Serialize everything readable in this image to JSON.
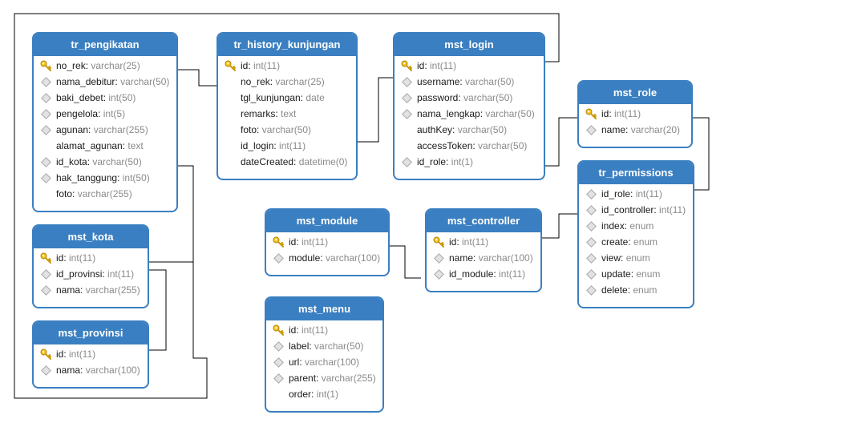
{
  "tables": {
    "tr_pengikatan": {
      "title": "tr_pengikatan",
      "fields": [
        {
          "name": "no_rek",
          "type": "varchar(25)",
          "icon": "key"
        },
        {
          "name": "nama_debitur",
          "type": "varchar(50)",
          "icon": "diamond"
        },
        {
          "name": "baki_debet",
          "type": "int(50)",
          "icon": "diamond"
        },
        {
          "name": "pengelola",
          "type": "int(5)",
          "icon": "diamond"
        },
        {
          "name": "agunan",
          "type": "varchar(255)",
          "icon": "diamond"
        },
        {
          "name": "alamat_agunan",
          "type": "text",
          "icon": "none"
        },
        {
          "name": "id_kota",
          "type": "varchar(50)",
          "icon": "diamond"
        },
        {
          "name": "hak_tanggung",
          "type": "int(50)",
          "icon": "diamond"
        },
        {
          "name": "foto",
          "type": "varchar(255)",
          "icon": "none"
        }
      ]
    },
    "tr_history_kunjungan": {
      "title": "tr_history_kunjungan",
      "fields": [
        {
          "name": "id",
          "type": "int(11)",
          "icon": "key"
        },
        {
          "name": "no_rek",
          "type": "varchar(25)",
          "icon": "none"
        },
        {
          "name": "tgl_kunjungan",
          "type": "date",
          "icon": "none"
        },
        {
          "name": "remarks",
          "type": "text",
          "icon": "none"
        },
        {
          "name": "foto",
          "type": "varchar(50)",
          "icon": "none"
        },
        {
          "name": "id_login",
          "type": "int(11)",
          "icon": "none"
        },
        {
          "name": "dateCreated",
          "type": "datetime(0)",
          "icon": "none"
        }
      ]
    },
    "mst_login": {
      "title": "mst_login",
      "fields": [
        {
          "name": "id",
          "type": "int(11)",
          "icon": "key"
        },
        {
          "name": "username",
          "type": "varchar(50)",
          "icon": "diamond"
        },
        {
          "name": "password",
          "type": "varchar(50)",
          "icon": "diamond"
        },
        {
          "name": "nama_lengkap",
          "type": "varchar(50)",
          "icon": "diamond"
        },
        {
          "name": "authKey",
          "type": "varchar(50)",
          "icon": "none"
        },
        {
          "name": "accessToken",
          "type": "varchar(50)",
          "icon": "none"
        },
        {
          "name": "id_role",
          "type": "int(1)",
          "icon": "diamond"
        }
      ]
    },
    "mst_role": {
      "title": "mst_role",
      "fields": [
        {
          "name": "id",
          "type": "int(11)",
          "icon": "key"
        },
        {
          "name": "name",
          "type": "varchar(20)",
          "icon": "diamond"
        }
      ]
    },
    "tr_permissions": {
      "title": "tr_permissions",
      "fields": [
        {
          "name": "id_role",
          "type": "int(11)",
          "icon": "diamond"
        },
        {
          "name": "id_controller",
          "type": "int(11)",
          "icon": "diamond"
        },
        {
          "name": "index",
          "type": "enum",
          "icon": "diamond"
        },
        {
          "name": "create",
          "type": "enum",
          "icon": "diamond"
        },
        {
          "name": "view",
          "type": "enum",
          "icon": "diamond"
        },
        {
          "name": "update",
          "type": "enum",
          "icon": "diamond"
        },
        {
          "name": "delete",
          "type": "enum",
          "icon": "diamond"
        }
      ]
    },
    "mst_kota": {
      "title": "mst_kota",
      "fields": [
        {
          "name": "id",
          "type": "int(11)",
          "icon": "key"
        },
        {
          "name": "id_provinsi",
          "type": "int(11)",
          "icon": "diamond"
        },
        {
          "name": "nama",
          "type": "varchar(255)",
          "icon": "diamond"
        }
      ]
    },
    "mst_provinsi": {
      "title": "mst_provinsi",
      "fields": [
        {
          "name": "id",
          "type": "int(11)",
          "icon": "key"
        },
        {
          "name": "nama",
          "type": "varchar(100)",
          "icon": "diamond"
        }
      ]
    },
    "mst_module": {
      "title": "mst_module",
      "fields": [
        {
          "name": "id",
          "type": "int(11)",
          "icon": "key"
        },
        {
          "name": "module",
          "type": "varchar(100)",
          "icon": "diamond"
        }
      ]
    },
    "mst_controller": {
      "title": "mst_controller",
      "fields": [
        {
          "name": "id",
          "type": "int(11)",
          "icon": "key"
        },
        {
          "name": "name",
          "type": "varchar(100)",
          "icon": "diamond"
        },
        {
          "name": "id_module",
          "type": "int(11)",
          "icon": "diamond"
        }
      ]
    },
    "mst_menu": {
      "title": "mst_menu",
      "fields": [
        {
          "name": "id",
          "type": "int(11)",
          "icon": "key"
        },
        {
          "name": "label",
          "type": "varchar(50)",
          "icon": "diamond"
        },
        {
          "name": "url",
          "type": "varchar(100)",
          "icon": "diamond"
        },
        {
          "name": "parent",
          "type": "varchar(255)",
          "icon": "diamond"
        },
        {
          "name": "order",
          "type": "int(1)",
          "icon": "none"
        }
      ]
    }
  },
  "colors": {
    "header": "#3a7fc1",
    "border": "#3a7fc1",
    "connector": "#000000",
    "type_text": "#8a8a8a"
  }
}
